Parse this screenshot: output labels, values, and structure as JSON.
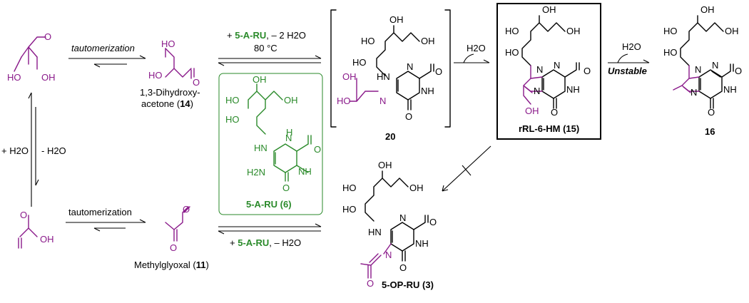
{
  "colors": {
    "black": "#000000",
    "purple": "#8a1a8a",
    "green": "#2a8a2a"
  },
  "arrows": {
    "tautomerization_top": "tautomerization",
    "tautomerization_bottom": "tautomerization",
    "add_water": "+ H2O",
    "minus_water": "- H2O",
    "top_reagent": "5-A-RU",
    "top_plus": "+",
    "top_water": ", – 2 H2O",
    "top_temp": "80 °C",
    "bottom_reagent": "5-A-RU",
    "bottom_plus": "+",
    "bottom_water": ", – H2O",
    "water_loss_20": "H2O",
    "water_loss_15": "H2O",
    "unstable": "Unstable"
  },
  "compounds": {
    "dha_name_line1": "1,3-Dihydroxy-",
    "dha_name_line2": "acetone (",
    "dha_number": "14",
    "dha_close": ")",
    "mg_name": "Methylglyoxal (",
    "mg_number": "11",
    "mg_close": ")",
    "c20": "20",
    "c15": "rRL-6-HM (15)",
    "c16": "16",
    "c6": "5-A-RU (6)",
    "c3": "5-OP-RU (3)"
  },
  "atoms": {
    "OH": "OH",
    "HO": "HO",
    "O": "O",
    "N": "N",
    "H": "H",
    "NH": "NH",
    "HN": "HN",
    "H2N": "H2N"
  }
}
